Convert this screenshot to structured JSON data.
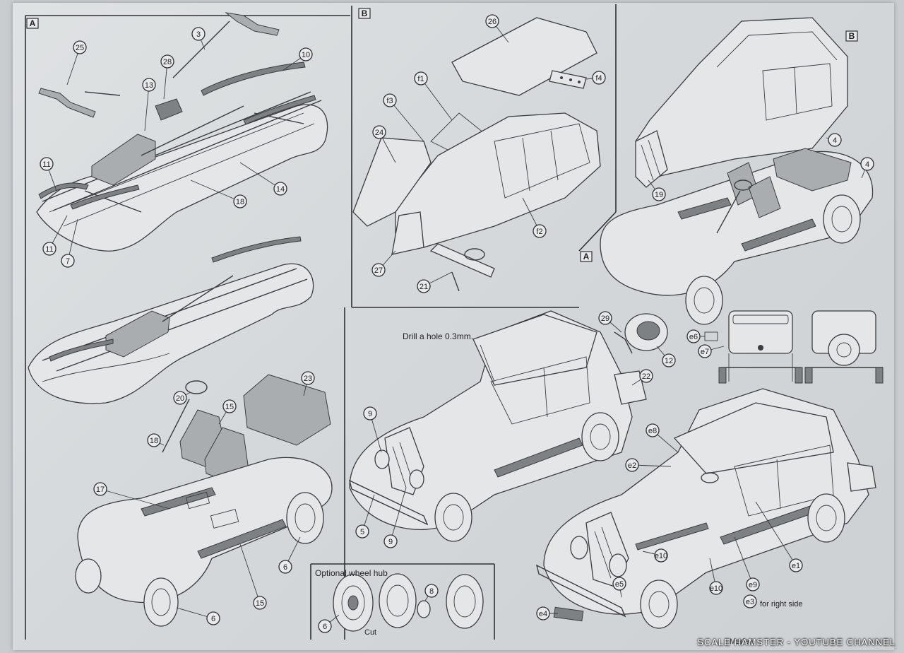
{
  "panels": {
    "top_left": {
      "letter": "A"
    },
    "top_middle": {
      "letter": "B"
    },
    "top_right": {
      "letter": "B"
    },
    "middle_right": {
      "letter": "A"
    }
  },
  "callouts": {
    "n25": "25",
    "n3": "3",
    "n28": "28",
    "n13": "13",
    "n10": "10",
    "n11a": "11",
    "n11b": "11",
    "n7": "7",
    "n14": "14",
    "n18a": "18",
    "n26": "26",
    "f1": "f1",
    "f3": "f3",
    "f4": "f4",
    "n24": "24",
    "f2": "f2",
    "n27": "27",
    "n21": "21",
    "n4a": "4",
    "n4b": "4",
    "n19": "19",
    "n23": "23",
    "n20": "20",
    "n15a": "15",
    "n18b": "18",
    "n17": "17",
    "n15b": "15",
    "n6a": "6",
    "n6b": "6",
    "n9a": "9",
    "n5": "5",
    "n9b": "9",
    "n22": "22",
    "n29": "29",
    "n12": "12",
    "e6": "e6",
    "e7": "e7",
    "e8": "e8",
    "e2": "e2",
    "e10a": "e10",
    "e5": "e5",
    "e4": "e4",
    "e10b": "e10",
    "e9": "e9",
    "e1": "e1",
    "e3": "e3",
    "n6c": "6",
    "n8": "8"
  },
  "notes": {
    "drill": "Drill a hole 0.3mm.",
    "optional_hub": "Optional wheel hub",
    "cut": "Cut",
    "right_side": "for right side",
    "made_in": "Made i"
  },
  "watermark": "SCALE HAMSTER - YOUTUBE CHANNEL",
  "colors": {
    "paper": "#d8dbdd",
    "line": "#3a3d40",
    "background": "#c9cdd0"
  }
}
